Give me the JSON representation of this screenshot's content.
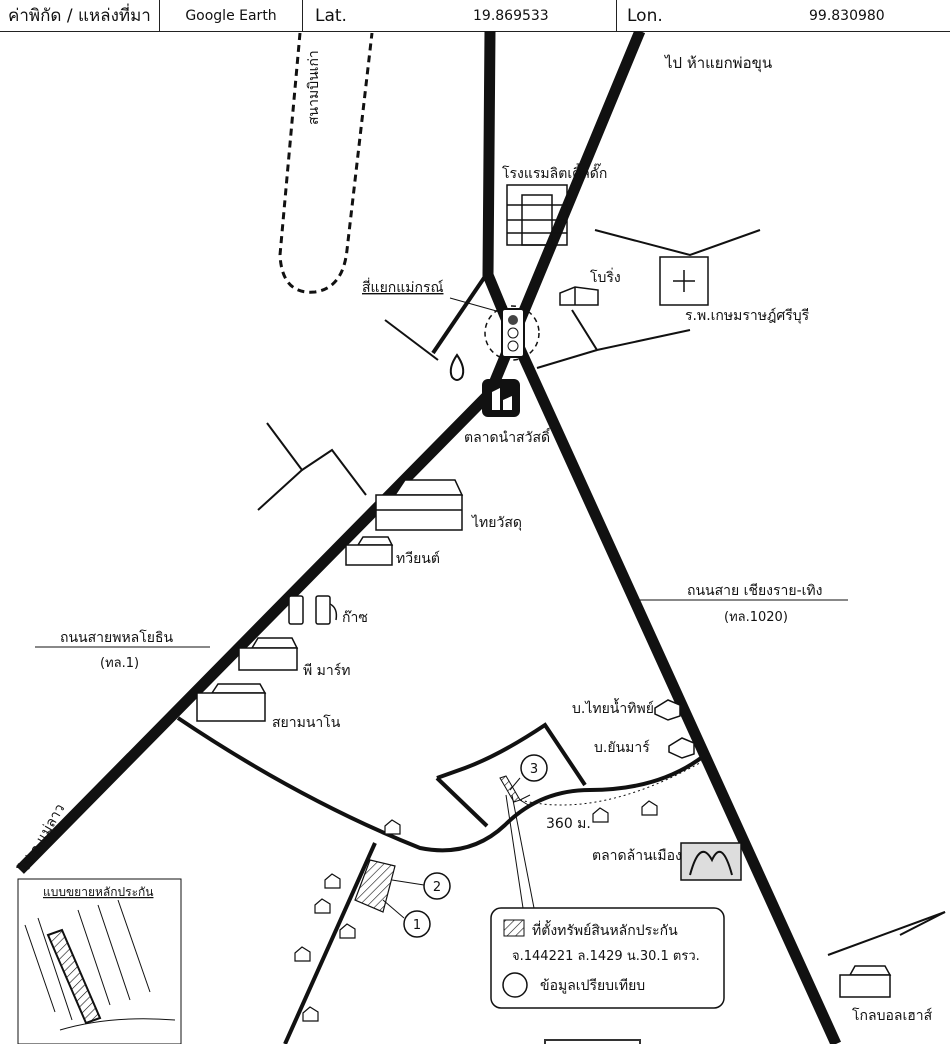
{
  "header": {
    "coord_label": "ค่าพิกัด / แหล่งที่มา",
    "source": "Google Earth",
    "lat_label": "Lat.",
    "lat_value": "19.869533",
    "lon_label": "Lon.",
    "lon_value": "99.830980"
  },
  "labels": {
    "to_phokhun": "ไป ห้าแยกพ่อขุน",
    "old_airport": "สนามบินเก่า",
    "hotel": "โรงแรมลิตเติ้ลดั๊ก",
    "boring": "โบริ่ง",
    "hospital": "ร.พ.เกษมราษฎ์ศรีบุรี",
    "intersection": "สี่แยกแม่กรณ์",
    "market": "ตลาดนำสวัสดิ์",
    "thaivatsadu": "ไทยวัสดุ",
    "tweent": "ทวียนต์",
    "gas": "ก๊าซ",
    "pmart": "พี มาร์ท",
    "siamnano": "สยามนาโน",
    "road_chiangrai_title": "ถนนสาย เชียงราย-เทิง",
    "road_chiangrai_code": "(ทล.1020)",
    "road_phahon_title": "ถนนสายพหลโยธิน",
    "road_phahon_code": "(ทล.1)",
    "thainamthip": "บ.ไทยน้ำทิพย์",
    "yanmar": "บ.ยันมาร์",
    "distance": "360 ม.",
    "lanmueang": "ตลาดล้านเมือง",
    "to_maelao": "ไป อ.แม่ลาว",
    "globalhouse": "โกลบอลเฮาส์",
    "inset_title": "แบบขยายหลักประกัน",
    "marker1": "1",
    "marker2": "2",
    "marker3": "3"
  },
  "legend": {
    "collateral": "ที่ตั้งทรัพย์สินหลักประกัน",
    "deed": "จ.144221 ล.1429 น.30.1 ตรว.",
    "compare": "ข้อมูลเปรียบเทียบ"
  }
}
